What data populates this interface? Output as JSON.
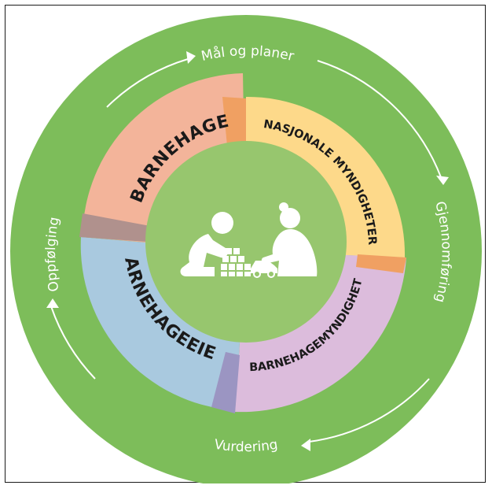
{
  "cycle": {
    "top": "Mål og planer",
    "right": "Gjennomføring",
    "bottom": "Vurdering",
    "left": "Oppfølging"
  },
  "sectors": {
    "barnehage": "BARNEHAGE",
    "nasjonale": "NASJONALE MYNDIGHETER",
    "barnehagemyndighet": "BARNEHAGEMYNDIGHET",
    "barnehageeier": "BARNEHAGEEIER"
  },
  "colors": {
    "outer_ring": "#7dbd5a",
    "center": "#97c66e",
    "barnehage": "#f3b49a",
    "nasjonale": "#fdd98a",
    "barnehagemyndighet": "#dcbcdc",
    "barnehageeier": "#a9c9df",
    "overlap_orange": "#f0a062",
    "overlap_brown": "#b0918d",
    "overlap_purple": "#9b95c2"
  },
  "center_icon": "children-playing-icon"
}
